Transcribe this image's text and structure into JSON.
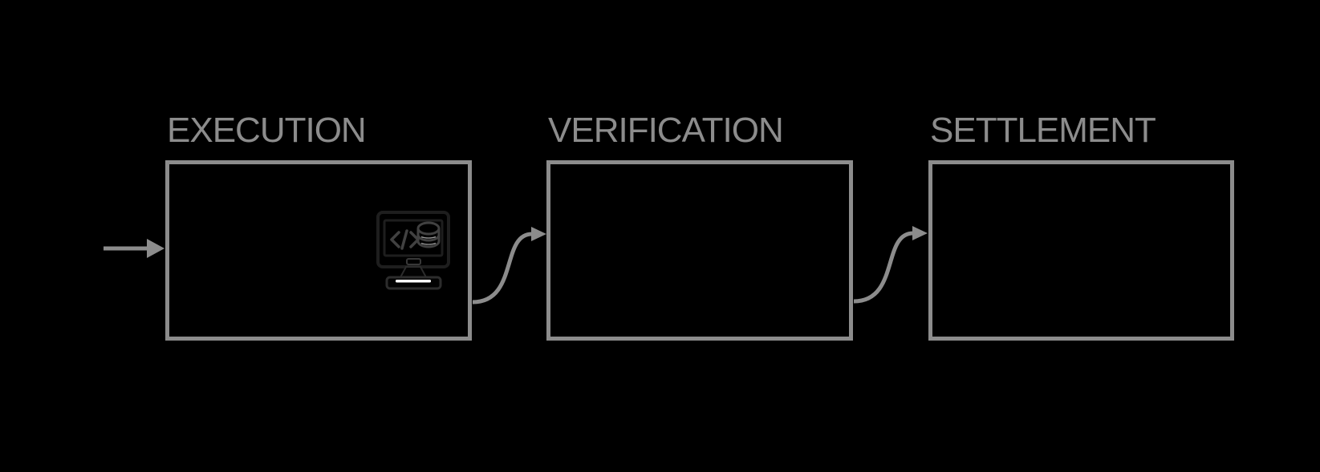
{
  "diagram": {
    "background_color": "#000000",
    "line_color": "#8C8C8C",
    "stages": [
      {
        "id": "execution",
        "label": "EXECUTION"
      },
      {
        "id": "verification",
        "label": "VERIFICATION"
      },
      {
        "id": "settlement",
        "label": "SETTLEMENT"
      }
    ],
    "connections": [
      {
        "from": "input",
        "to": "execution",
        "style": "straight-arrow"
      },
      {
        "from": "execution",
        "to": "verification",
        "style": "s-curve-arrow"
      },
      {
        "from": "verification",
        "to": "settlement",
        "style": "s-curve-arrow"
      }
    ],
    "icons": [
      {
        "name": "monitor-code-coin-icon",
        "location": "execution-box",
        "stroke_color": "#1E1E1E",
        "glyph_color": "#414141",
        "highlight_color": "#FFFFFF"
      }
    ]
  }
}
